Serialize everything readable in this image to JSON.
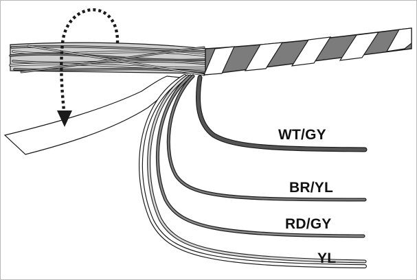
{
  "diagram": {
    "colors": {
      "wire_dark": "#555555",
      "wire_medium": "#7a7a7a",
      "wire_light": "#c6c6c6",
      "outline": "#1a1a1a",
      "tape": "#ffffff",
      "background": "#ffffff"
    },
    "elements": {
      "harness_bundle": "wire-bundle",
      "tape_wrap": "spiral-tape-wrap",
      "unwrap_direction": "dotted-curved-arrow",
      "loose_tape_end": "unwrapped-tape-strip"
    },
    "wires": [
      {
        "label": "WT/GY",
        "shade": "dark"
      },
      {
        "label": "BR/YL",
        "shade": "medium"
      },
      {
        "label": "RD/GY",
        "shade": "medium"
      },
      {
        "label": "YL",
        "shade": "light"
      }
    ]
  }
}
